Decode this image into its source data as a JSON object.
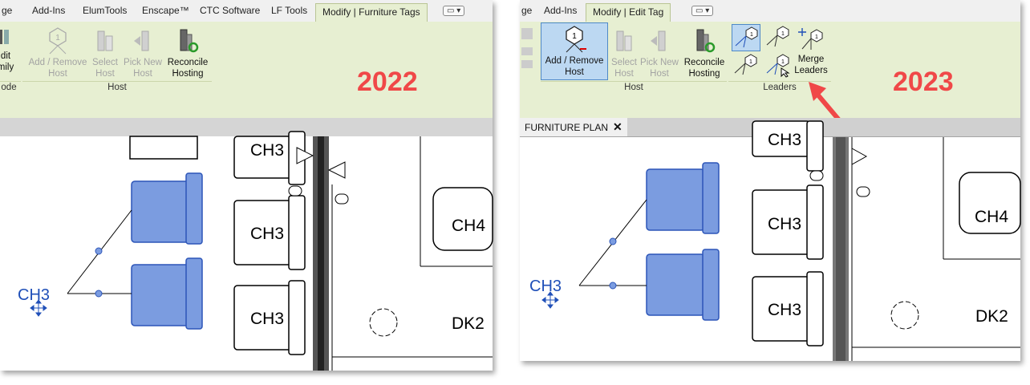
{
  "left": {
    "tabs": [
      "ge",
      "Add-Ins",
      "ElumTools",
      "Enscape™",
      "CTC Software",
      "LF Tools",
      "Modify | Furniture Tags"
    ],
    "mode": {
      "line1": "dit",
      "line2": "mily",
      "group": "ode"
    },
    "buttons": [
      {
        "line1": "Add / Remove",
        "line2": "Host"
      },
      {
        "line1": "Select",
        "line2": "Host"
      },
      {
        "line1": "Pick New",
        "line2": "Host"
      },
      {
        "line1": "Reconcile",
        "line2": "Hosting"
      }
    ],
    "group_host": "Host",
    "year": "2022",
    "canvas": {
      "ch3_a": "CH3",
      "ch3_b": "CH3",
      "ch3_c": "CH3",
      "ch4": "CH4",
      "dk2": "DK2",
      "tag": "CH3"
    }
  },
  "right": {
    "tabs": [
      "ge",
      "Add-Ins",
      "Modify | Edit Tag"
    ],
    "buttons": [
      {
        "line1": "Add / Remove",
        "line2": "Host"
      },
      {
        "line1": "Select",
        "line2": "Host"
      },
      {
        "line1": "Pick New",
        "line2": "Host"
      },
      {
        "line1": "Reconcile",
        "line2": "Hosting"
      }
    ],
    "merge": {
      "line1": "Merge",
      "line2": "Leaders"
    },
    "group_host": "Host",
    "group_leaders": "Leaders",
    "year": "2023",
    "view_tab": "FURNITURE PLAN",
    "view_tab_close": "✕",
    "canvas": {
      "ch3_top": "CH3",
      "ch3_a": "CH3",
      "ch3_b": "CH3",
      "ch4": "CH4",
      "dk2": "DK2",
      "tag": "CH3"
    }
  },
  "colors": {
    "ribbon": "#e7efd2",
    "accent_red": "#f04848",
    "chair_blue": "#7b9ce0",
    "tag_blue": "#1f4fb8"
  },
  "icons": [
    "tag-host-icon",
    "select-host-icon",
    "pick-new-host-icon",
    "reconcile-hosting-icon",
    "leader-icon",
    "merge-leaders-icon",
    "move-icon",
    "arrow-icon"
  ]
}
